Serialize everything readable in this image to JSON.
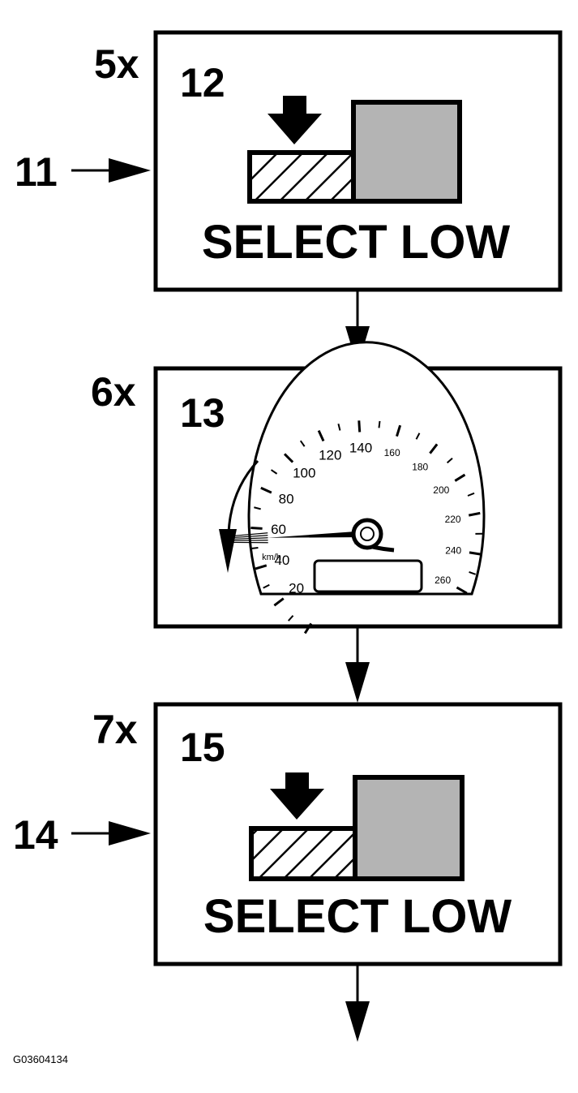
{
  "steps": [
    {
      "repeat": "5x",
      "number": "12",
      "callout": "11",
      "label": "SELECT LOW",
      "icon": "select-low-button-icon"
    },
    {
      "repeat": "6x",
      "number": "13",
      "icon": "speedometer-icon",
      "speedometer": {
        "unit": "km/h",
        "labels": [
          "20",
          "40",
          "60",
          "80",
          "100",
          "120",
          "140",
          "160",
          "180",
          "200",
          "220",
          "240",
          "260"
        ],
        "needle_speed_kmh": 55,
        "arrow": "counter-clockwise"
      }
    },
    {
      "repeat": "7x",
      "number": "15",
      "callout": "14",
      "label": "SELECT LOW",
      "icon": "select-low-button-icon"
    }
  ],
  "figure_id": "G03604134",
  "colors": {
    "stroke": "#000000",
    "button_gray": "#b4b4b4",
    "background": "#ffffff"
  }
}
